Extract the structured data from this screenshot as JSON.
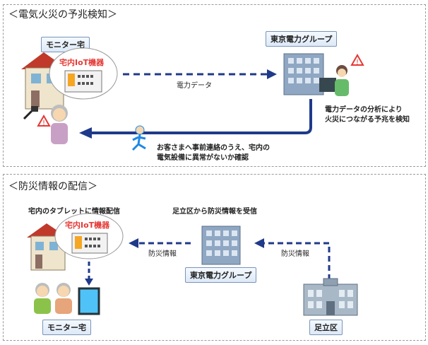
{
  "sections": [
    {
      "title": "＜電気火災の予兆検知＞",
      "monitor_home": "モニター宅",
      "iot_label": "宅内IoT機器",
      "tepco": "東京電力グループ",
      "flow_label": "電力データ",
      "analysis_lines": [
        "電力データの分析により",
        "火災につながる予兆を検知"
      ],
      "contact_lines": [
        "お客さまへ事前連絡のうえ、宅内の",
        "電気設備に異常がないか確認"
      ]
    },
    {
      "title": "＜防災情報の配信＞",
      "tablet_delivery": "宅内のタブレットに情報配信",
      "receive_text": "足立区から防災情報を受信",
      "iot_label": "宅内IoT機器",
      "tepco": "東京電力グループ",
      "info_left": "防災情報",
      "info_right": "防災情報",
      "monitor_home": "モニター宅",
      "adachi": "足立区"
    }
  ],
  "colors": {
    "arrow": "#1f3a8a",
    "accent_red": "#e53935",
    "panel_border": "#9a9a9a"
  }
}
